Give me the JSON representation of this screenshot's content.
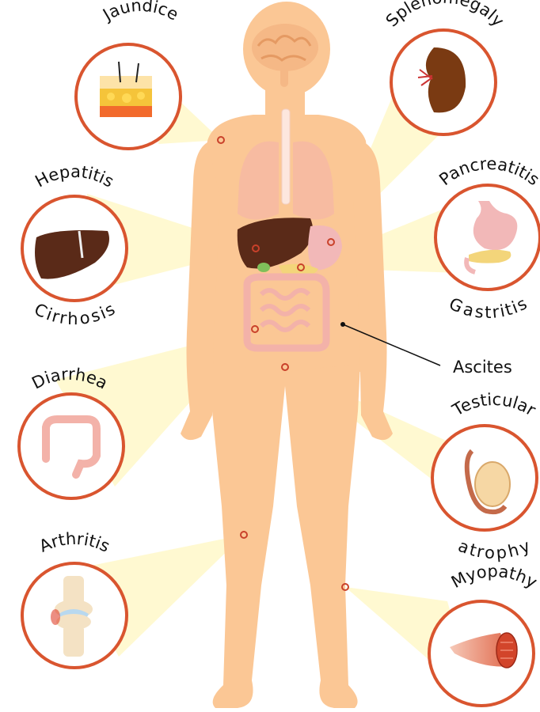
{
  "colors": {
    "body": "#fbc795",
    "ring": "#d9552f",
    "beam": "#fff6b8",
    "liver": "#5a2a18",
    "intestine": "#f3b2a9",
    "stomach": "#f2b8b8"
  },
  "labels": {
    "jaundice": "Jaundice",
    "splenomegaly": "Splenomegaly",
    "hepatitis": "Hepatitis",
    "cirrhosis": "Cirrhosis",
    "pancreatitis": "Pancreatitis",
    "gastritis": "Gastritis",
    "ascites": "Ascites",
    "diarrhea": "Diarrhea",
    "testicular": "Testicular",
    "atrophy": "atrophy",
    "arthritis": "Arthritis",
    "myopathy": "Myopathy"
  },
  "icons": {
    "jaundice": "skin-layers-icon",
    "splenomegaly": "spleen-icon",
    "hepatitis": "liver-icon",
    "pancreatitis": "stomach-pancreas-icon",
    "diarrhea": "colon-icon",
    "testicular": "testicle-icon",
    "arthritis": "knee-joint-icon",
    "myopathy": "muscle-fiber-icon"
  }
}
